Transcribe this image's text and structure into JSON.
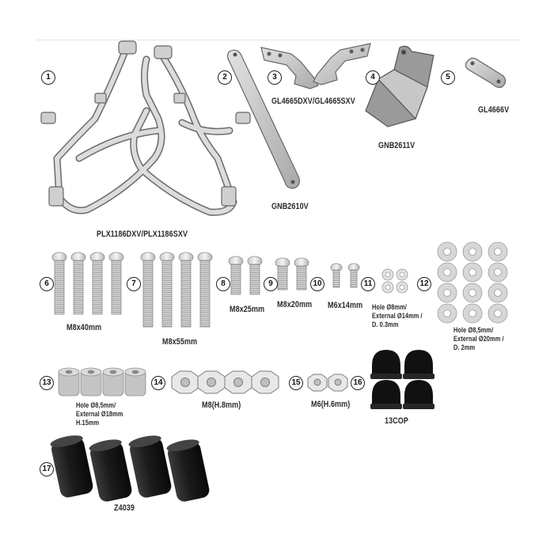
{
  "parts": [
    {
      "num": "1",
      "label": "PLX1186DXV/PLX1186SXV"
    },
    {
      "num": "2",
      "label": "GNB2610V"
    },
    {
      "num": "3",
      "label": "GL4665DXV/GL4665SXV"
    },
    {
      "num": "4",
      "label": "GNB2611V"
    },
    {
      "num": "5",
      "label": "GL4666V"
    },
    {
      "num": "6",
      "label": "M8x40mm"
    },
    {
      "num": "7",
      "label": "M8x55mm"
    },
    {
      "num": "8",
      "label": "M8x25mm"
    },
    {
      "num": "9",
      "label": "M8x20mm"
    },
    {
      "num": "10",
      "label": "M6x14mm"
    },
    {
      "num": "11",
      "label": "Hole Ø8mm/ External Ø14mm / D. 0.3mm"
    },
    {
      "num": "12",
      "label": "Hole Ø8,5mm/ External Ø20mm / D. 2mm"
    },
    {
      "num": "13",
      "label": "Hole Ø8,5mm/ External Ø18mm H.15mm"
    },
    {
      "num": "14",
      "label": "M8(H.8mm)"
    },
    {
      "num": "15",
      "label": "M6(H.6mm)"
    },
    {
      "num": "16",
      "label": "13COP"
    },
    {
      "num": "17",
      "label": "Z4039"
    }
  ]
}
